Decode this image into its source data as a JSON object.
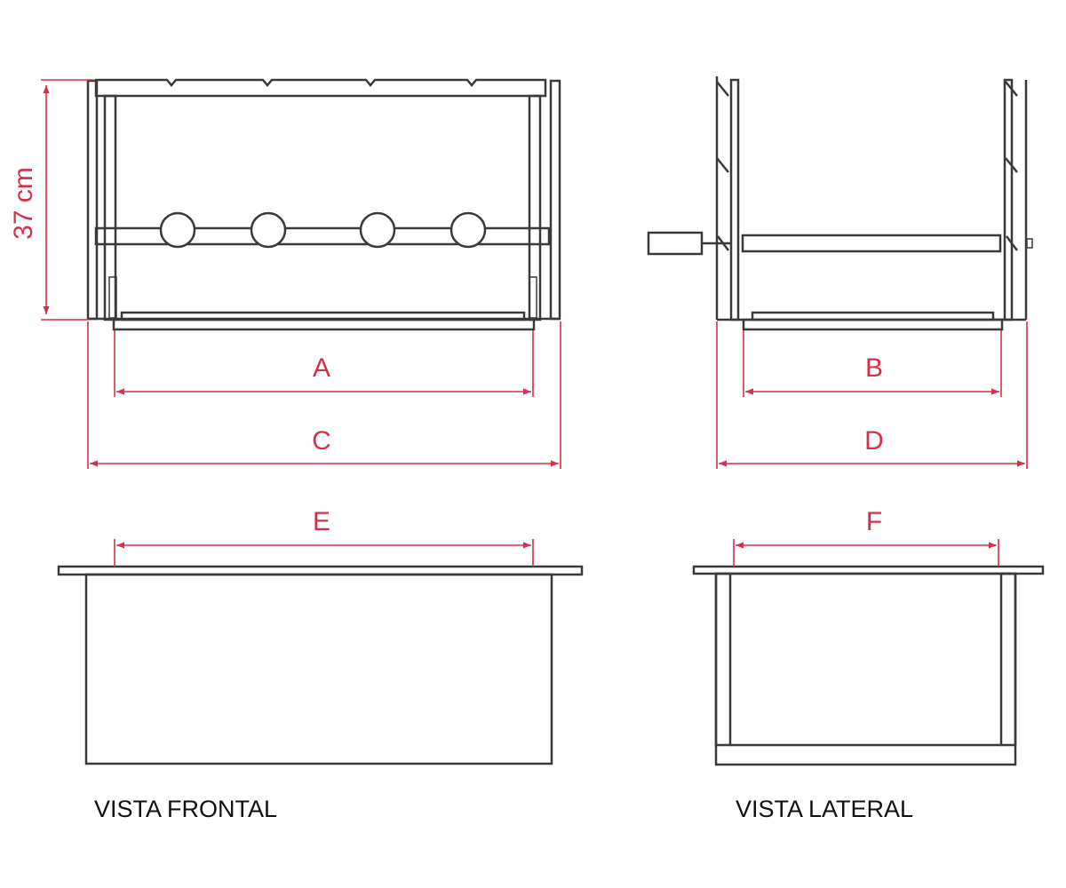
{
  "colors": {
    "dimension": "#d63048",
    "outline": "#3a3a3a",
    "text": "#111111"
  },
  "dimensions": {
    "height": "37 cm",
    "A": "A",
    "B": "B",
    "C": "C",
    "D": "D",
    "E": "E",
    "F": "F"
  },
  "captions": {
    "front": "VISTA FRONTAL",
    "side": "VISTA LATERAL"
  }
}
